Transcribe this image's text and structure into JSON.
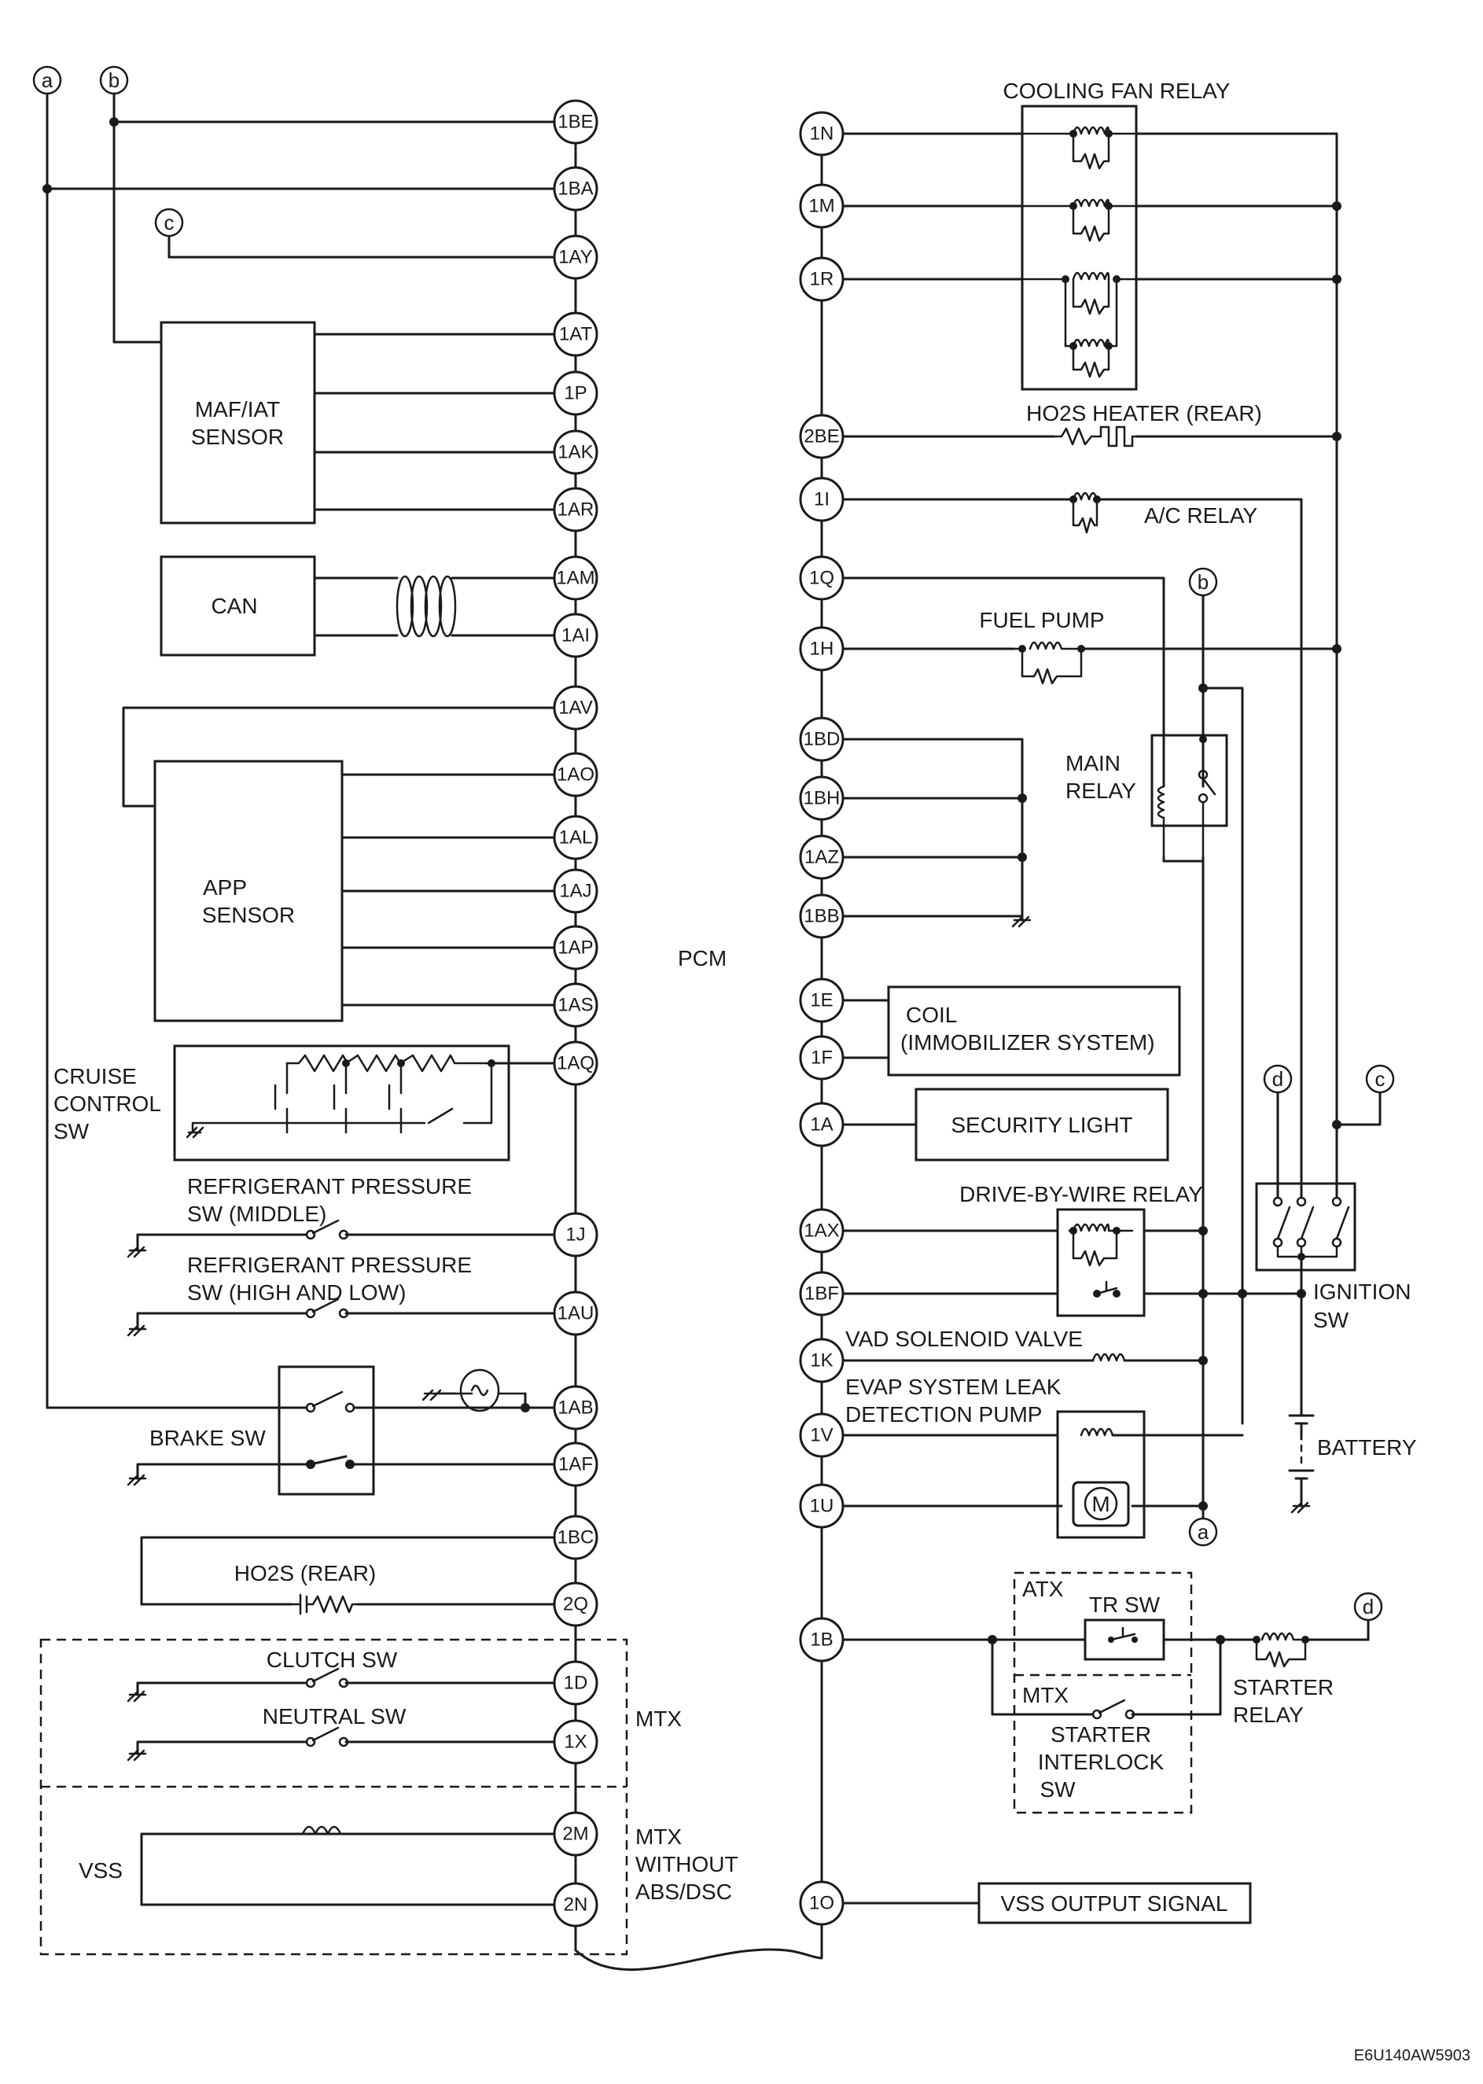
{
  "diagram": {
    "pcm_label": "PCM",
    "left_pins": [
      "1BE",
      "1BA",
      "1AY",
      "1AT",
      "1P",
      "1AK",
      "1AR",
      "1AM",
      "1AI",
      "1AV",
      "1AO",
      "1AL",
      "1AJ",
      "1AP",
      "1AS",
      "1AQ",
      "1J",
      "1AU",
      "1AB",
      "1AF",
      "1BC",
      "2Q",
      "1D",
      "1X",
      "2M",
      "2N"
    ],
    "right_pins": [
      "1N",
      "1M",
      "1R",
      "2BE",
      "1I",
      "1Q",
      "1H",
      "1BD",
      "1BH",
      "1AZ",
      "1BB",
      "1E",
      "1F",
      "1A",
      "1AX",
      "1BF",
      "1K",
      "1V",
      "1U",
      "1B",
      "1O"
    ],
    "refs": {
      "a": "a",
      "b": "b",
      "c": "c",
      "d": "d"
    },
    "components": {
      "maf_iat_1": "MAF/IAT",
      "maf_iat_2": "SENSOR",
      "can": "CAN",
      "app_1": "APP",
      "app_2": "SENSOR",
      "cruise_1": "CRUISE",
      "cruise_2": "CONTROL",
      "cruise_3": "SW",
      "ref_mid_1": "REFRIGERANT PRESSURE",
      "ref_mid_2": "SW (MIDDLE)",
      "ref_hl_1": "REFRIGERANT PRESSURE",
      "ref_hl_2": "SW (HIGH AND LOW)",
      "brake_sw": "BRAKE SW",
      "ho2s_rear": "HO2S (REAR)",
      "clutch_sw": "CLUTCH SW",
      "neutral_sw": "NEUTRAL SW",
      "mtx": "MTX",
      "mtx_no_abs_1": "MTX",
      "mtx_no_abs_2": "WITHOUT",
      "mtx_no_abs_3": "ABS/DSC",
      "vss": "VSS",
      "cooling_fan_relay": "COOLING FAN RELAY",
      "ho2s_heater": "HO2S HEATER (REAR)",
      "ac_relay": "A/C RELAY",
      "fuel_pump": "FUEL PUMP",
      "main_relay_1": "MAIN",
      "main_relay_2": "RELAY",
      "coil_1": "COIL",
      "coil_2": "(IMMOBILIZER SYSTEM)",
      "security_light": "SECURITY LIGHT",
      "dbw_relay": "DRIVE-BY-WIRE RELAY",
      "ignition_1": "IGNITION",
      "ignition_2": "SW",
      "vad": "VAD SOLENOID VALVE",
      "evap_1": "EVAP SYSTEM LEAK",
      "evap_2": "DETECTION PUMP",
      "battery": "BATTERY",
      "motor": "M",
      "atx": "ATX",
      "tr_sw": "TR SW",
      "mtx_inner": "MTX",
      "starter_interlock_1": "STARTER",
      "starter_interlock_2": "INTERLOCK",
      "starter_interlock_3": "SW",
      "starter_relay_1": "STARTER",
      "starter_relay_2": "RELAY",
      "vss_output": "VSS OUTPUT SIGNAL"
    },
    "figure_code": "E6U140AW5903"
  }
}
